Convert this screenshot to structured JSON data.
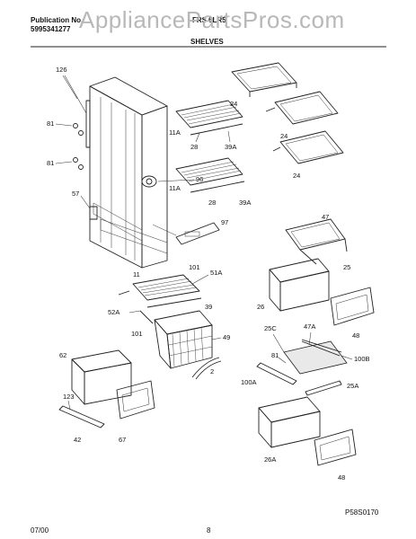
{
  "header": {
    "publication_label": "Publication No.",
    "publication_number": "5995341277",
    "model_prefix": "FRS",
    "model_suffix": "6LR5",
    "section_title": "SHELVES"
  },
  "watermark": "AppliancePartsPros.com",
  "footer": {
    "date": "07/00",
    "page_number": "8",
    "diagram_code": "P58S0170"
  },
  "callouts": {
    "c126": "126",
    "c81a": "81",
    "c81b": "81",
    "c57": "57",
    "c96": "96",
    "c97": "97",
    "c11a1": "11A",
    "c28a": "28",
    "c39a1": "39A",
    "c11a2": "11A",
    "c28b": "28",
    "c39a2": "39A",
    "c24a": "24",
    "c24b": "24",
    "c24c": "24",
    "c47": "47",
    "c25": "25",
    "c26": "26",
    "c48a": "48",
    "c11": "11",
    "c101a": "101",
    "c51a": "51A",
    "c39": "39",
    "c52a": "52A",
    "c101b": "101",
    "c49": "49",
    "c2": "2",
    "c62": "62",
    "c123": "123",
    "c42": "42",
    "c67": "67",
    "c25c": "25C",
    "c47a": "47A",
    "c81c": "81",
    "c100b": "100B",
    "c100a": "100A",
    "c25a": "25A",
    "c26a": "26A",
    "c48b": "48"
  }
}
